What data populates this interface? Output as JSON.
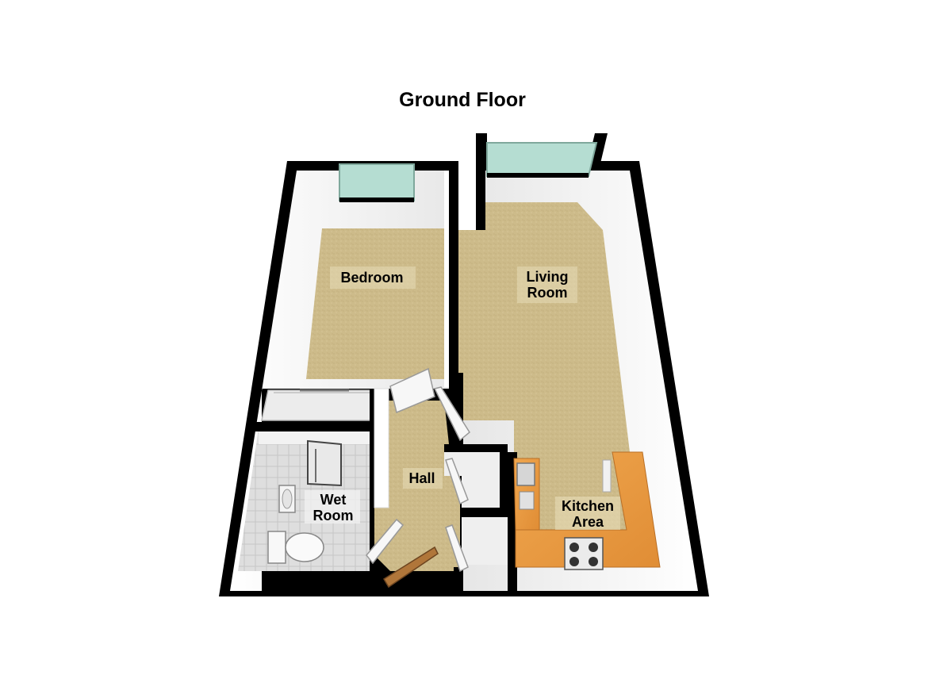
{
  "title": "Ground Floor",
  "rooms": {
    "bedroom": {
      "label": "Bedroom"
    },
    "living_room": {
      "line1": "Living",
      "line2": "Room"
    },
    "hall": {
      "label": "Hall"
    },
    "wet_room": {
      "line1": "Wet",
      "line2": "Room"
    },
    "kitchen_area": {
      "line1": "Kitchen",
      "line2": "Area"
    }
  },
  "colors": {
    "wall": "#000000",
    "inner_wall": "#ffffff",
    "carpet": "#cdbb8a",
    "tile": "#dcdcdc",
    "worktop": "#e89a43",
    "window_glass": "#b5ddd2"
  }
}
